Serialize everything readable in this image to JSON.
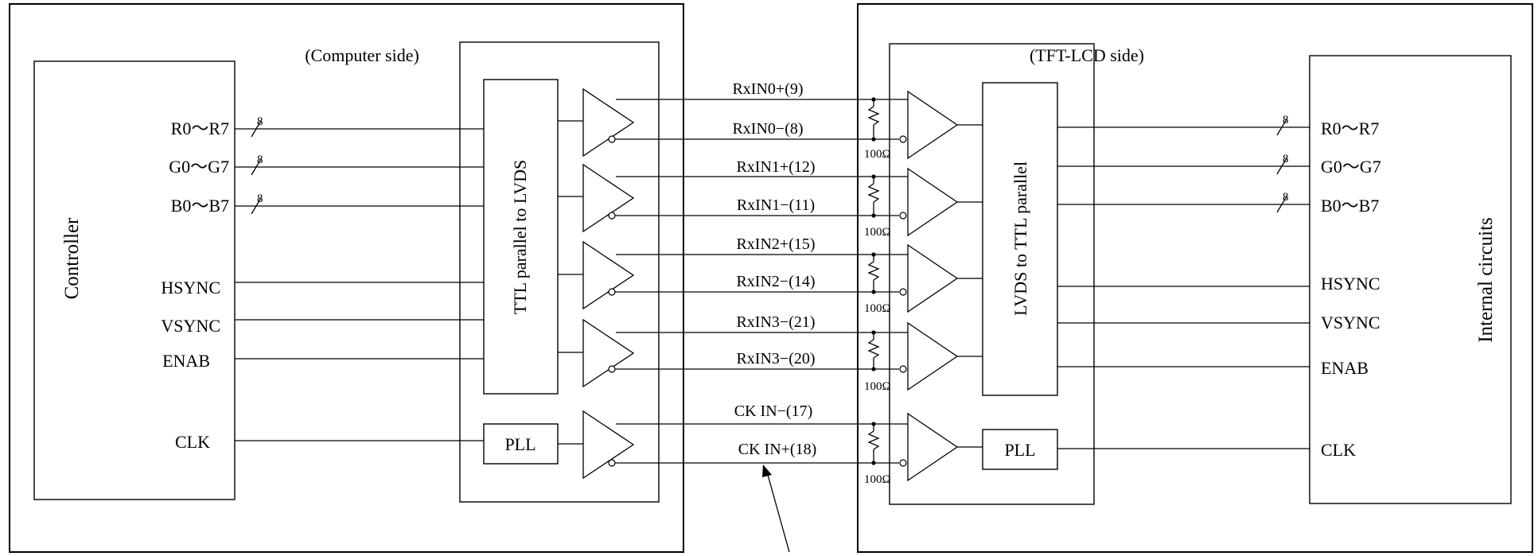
{
  "computer_side": {
    "title": "(Computer side)",
    "controller_label": "Controller",
    "converter_label": "TTL parallel to LVDS",
    "pll_label": "PLL",
    "signals": [
      "R0～R7",
      "G0～G7",
      "B0～B7",
      "HSYNC",
      "VSYNC",
      "ENAB",
      "CLK"
    ],
    "bus_width": "8"
  },
  "lcd_side": {
    "title": "(TFT-LCD side)",
    "internal_label": "Internal circuits",
    "converter_label": "LVDS to TTL parallel",
    "pll_label": "PLL",
    "signals": [
      "R0～R7",
      "G0～G7",
      "B0～B7",
      "HSYNC",
      "VSYNC",
      "ENAB",
      "CLK"
    ],
    "bus_width": "8",
    "termination": "100Ω"
  },
  "lvds_lines": [
    "RxIN0+(9)",
    "RxIN0−(8)",
    "RxIN1+(12)",
    "RxIN1−(11)",
    "RxIN2+(15)",
    "RxIN2−(14)",
    "RxIN3−(21)",
    "RxIN3−(20)",
    "CK IN−(17)",
    "CK IN+(18)"
  ]
}
